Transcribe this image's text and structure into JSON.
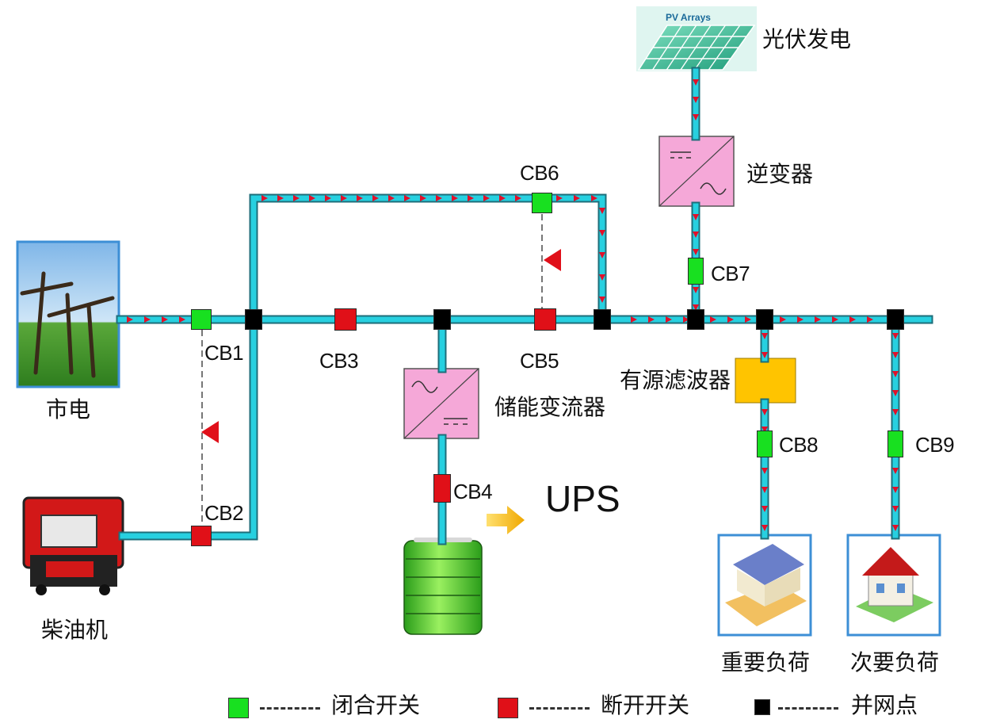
{
  "sources": {
    "grid": "市电",
    "diesel": "柴油机",
    "pv": "光伏发电",
    "pv_panel_text": "PV  Arrays"
  },
  "converters": {
    "inverter": "逆变器",
    "pcs": "储能变流器",
    "apf": "有源滤波器"
  },
  "loads": {
    "important": "重要负荷",
    "secondary": "次要负荷"
  },
  "ups_label": "UPS",
  "breakers": {
    "cb1": "CB1",
    "cb2": "CB2",
    "cb3": "CB3",
    "cb4": "CB4",
    "cb5": "CB5",
    "cb6": "CB6",
    "cb7": "CB7",
    "cb8": "CB8",
    "cb9": "CB9"
  },
  "breaker_states": {
    "cb1": "closed",
    "cb2": "open",
    "cb3": "open",
    "cb4": "open",
    "cb5": "open",
    "cb6": "closed",
    "cb7": "closed",
    "cb8": "closed",
    "cb9": "closed"
  },
  "legend": {
    "closed": "闭合开关",
    "open": "断开开关",
    "node": "并网点",
    "dash": "---"
  },
  "colors": {
    "line": "#27d0e0",
    "line_border": "#1e6e7a",
    "flow_arrow": "#e0102a",
    "closed": "#18e020",
    "open": "#e01018",
    "node": "#000000",
    "converter": "#f5a8d8",
    "apf": "#ffc400",
    "frame": "#3d8fd6"
  }
}
